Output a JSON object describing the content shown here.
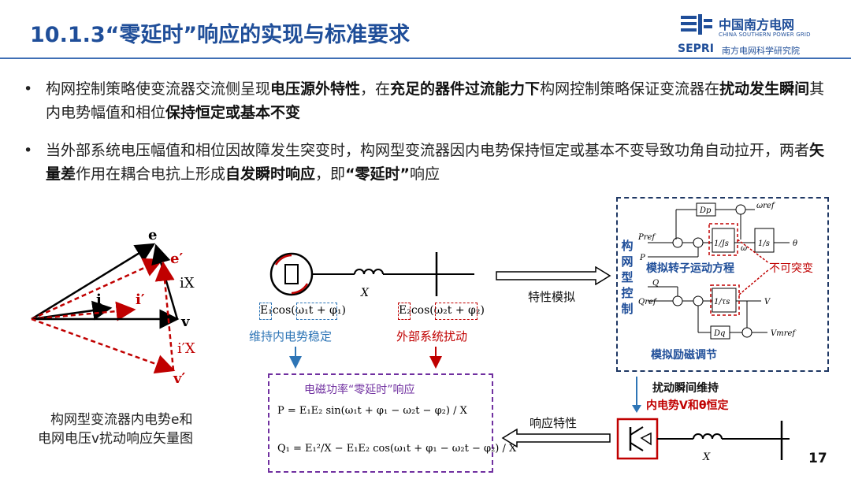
{
  "header": {
    "title": "10.1.3“零延时”响应的实现与标准要求",
    "logo_cn": "中国南方电网",
    "logo_en": "CHINA SOUTHERN POWER GRID",
    "logo_sepri": "SEPRI",
    "logo_institute": "南方电网科学研究院"
  },
  "bullets": [
    {
      "dot": "•",
      "segments": [
        {
          "t": "构网控制策略使变流器交流侧呈现",
          "b": false
        },
        {
          "t": "电压源外特性",
          "b": true
        },
        {
          "t": "，在",
          "b": false
        },
        {
          "t": "充足的器件过流能力下",
          "b": true
        },
        {
          "t": "构网控制策略保证变流器在",
          "b": false
        },
        {
          "t": "扰动发生瞬间",
          "b": true
        },
        {
          "t": "其内电势幅值和相位",
          "b": false
        },
        {
          "t": "保持恒定或基本不变",
          "b": true
        }
      ]
    },
    {
      "dot": "•",
      "segments": [
        {
          "t": "当外部系统电压幅值和相位因故障发生突变时，构网型变流器因内电势保持恒定或基本不变导致功角自动拉开，两者",
          "b": false
        },
        {
          "t": "矢量差",
          "b": true
        },
        {
          "t": "作用在耦合电抗上形成",
          "b": false
        },
        {
          "t": "自发瞬时响应",
          "b": true
        },
        {
          "t": "，即",
          "b": false
        },
        {
          "t": "“零延时”",
          "b": true
        },
        {
          "t": "响应",
          "b": false
        }
      ]
    }
  ],
  "phasor": {
    "e": "e",
    "e_prime": "e′",
    "iX": "iX",
    "i": "i",
    "i_prime": "i′",
    "v": "v",
    "i_prime_X": "i′X",
    "v_prime": "v′",
    "caption_line1": "构网型变流器内电势e和",
    "caption_line2": "电网电压v扰动响应矢量图"
  },
  "circuit": {
    "reactance": "X",
    "e1_expr": "E₁cos(ω₁t + φ₁)",
    "e2_expr": "E₂cos(ω₂t + φ₂)",
    "left_caption": "维持内电势稳定",
    "right_caption": "外部系统扰动",
    "arrow_label": "特性模拟",
    "response_arrow_label": "响应特性"
  },
  "formula_box": {
    "title": "电磁功率“零延时”响应",
    "p_eq": "P = E₁E₂ sin(ω₁t + φ₁ − ω₂t − φ₂) / X",
    "q_eq": "Q₁ = E₁²/X − E₁E₂ cos(ω₁t + φ₁ − ω₂t − φ₂) / X"
  },
  "control": {
    "side_label": "构网型控制",
    "rotor_label": "模拟转子运动方程",
    "excite_label": "模拟励磁调节",
    "unchangeable": "不可突变",
    "p_ref": "Pref",
    "p": "P",
    "omega_ref": "ωref",
    "omega": "ω",
    "theta": "θ",
    "dp": "Dp",
    "js": "1/Js",
    "s": "1/s",
    "q": "Q",
    "q_ref": "Qref",
    "tau": "1/τs",
    "v_out": "V",
    "dq": "Dq",
    "v_mref": "Vmref"
  },
  "disturb": {
    "line1": "扰动瞬间维持",
    "line2": "内电势V和θ恒定",
    "reactance": "X"
  },
  "page_number": "17"
}
